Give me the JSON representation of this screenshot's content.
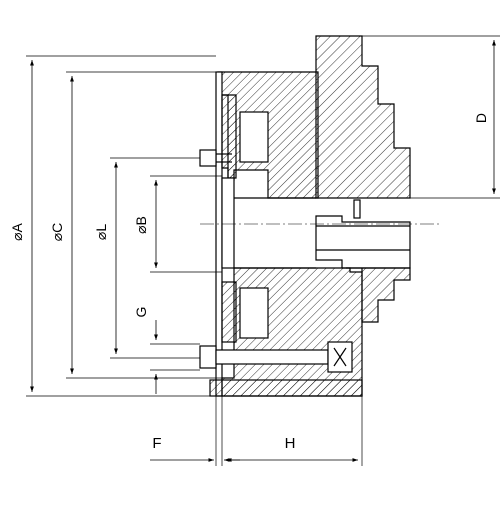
{
  "drawing": {
    "labels": {
      "dia_A": "⌀A",
      "dia_C": "⌀C",
      "dia_L": "⌀L",
      "dia_B": "⌀B",
      "G": "G",
      "D": "D",
      "F": "F",
      "H": "H"
    },
    "colors": {
      "line": "#000000",
      "hatch": "#000000",
      "background": "#ffffff"
    }
  }
}
